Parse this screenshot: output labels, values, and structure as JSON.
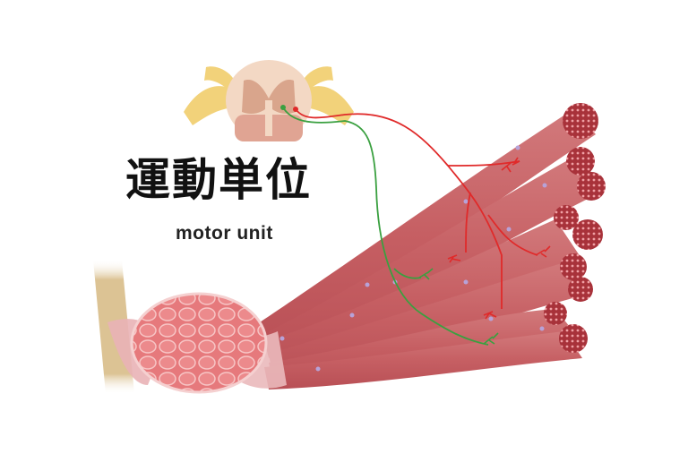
{
  "diagram": {
    "title_jp": "運動単位",
    "title_en": "motor unit",
    "components": [
      {
        "name": "spinal-cord-cross-section",
        "description": "Cross-section of spinal cord with dorsal/ventral roots"
      },
      {
        "name": "motor-neuron-red",
        "description": "Red motor neuron innervating multiple muscle fibers"
      },
      {
        "name": "motor-neuron-green",
        "description": "Green motor neuron innervating multiple muscle fibers"
      },
      {
        "name": "muscle-belly",
        "description": "Skeletal muscle cross-section showing fascicles"
      },
      {
        "name": "muscle-fibers",
        "description": "Bundle of muscle fibers fanning out with cut ends"
      },
      {
        "name": "tendon-bone",
        "description": "Bone with tendon attachment"
      }
    ],
    "colors": {
      "muscle": "#c85a5e",
      "muscle_light": "#d97a7c",
      "muscle_end": "#a8323a",
      "nerve_red": "#e02a2a",
      "nerve_green": "#3aa040",
      "spinal_white": "#f3d8c4",
      "spinal_grey": "#d9a58c",
      "root_yellow": "#f2d27a",
      "bone": "#dcc394"
    }
  }
}
